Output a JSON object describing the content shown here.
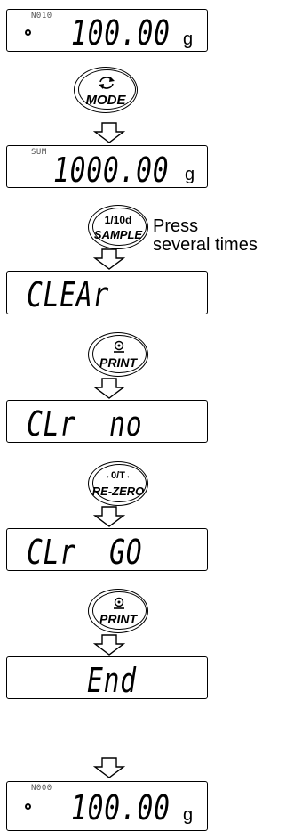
{
  "displays": [
    {
      "id": "d1",
      "small": "N010",
      "main": "100.00",
      "unit": "g",
      "dot": true
    },
    {
      "id": "d2",
      "small": "SUM",
      "main": "1000.00",
      "unit": "g",
      "dot": false
    },
    {
      "id": "d3",
      "small": "",
      "main": "CLEAr",
      "unit": "",
      "dot": false
    },
    {
      "id": "d4",
      "small": "",
      "main": "CLr  no",
      "unit": "",
      "dot": false
    },
    {
      "id": "d5",
      "small": "",
      "main": "CLr  GO",
      "unit": "",
      "dot": false
    },
    {
      "id": "d6",
      "small": "",
      "main": "End",
      "unit": "",
      "dot": false
    },
    {
      "id": "d7",
      "small": "N000",
      "main": "100.00",
      "unit": "g",
      "dot": true
    }
  ],
  "buttons": {
    "mode": {
      "label": "MODE",
      "icon": "cycle-arrows-icon"
    },
    "sample": {
      "top": "1/10d",
      "bottom": "SAMPLE"
    },
    "print1": {
      "label": "PRINT",
      "icon": "print-icon"
    },
    "rezero": {
      "top": "→0/T←",
      "bottom": "RE-ZERO"
    },
    "print2": {
      "label": "PRINT",
      "icon": "print-icon"
    }
  },
  "notes": {
    "press_line1": "Press",
    "press_line2": "several times"
  }
}
